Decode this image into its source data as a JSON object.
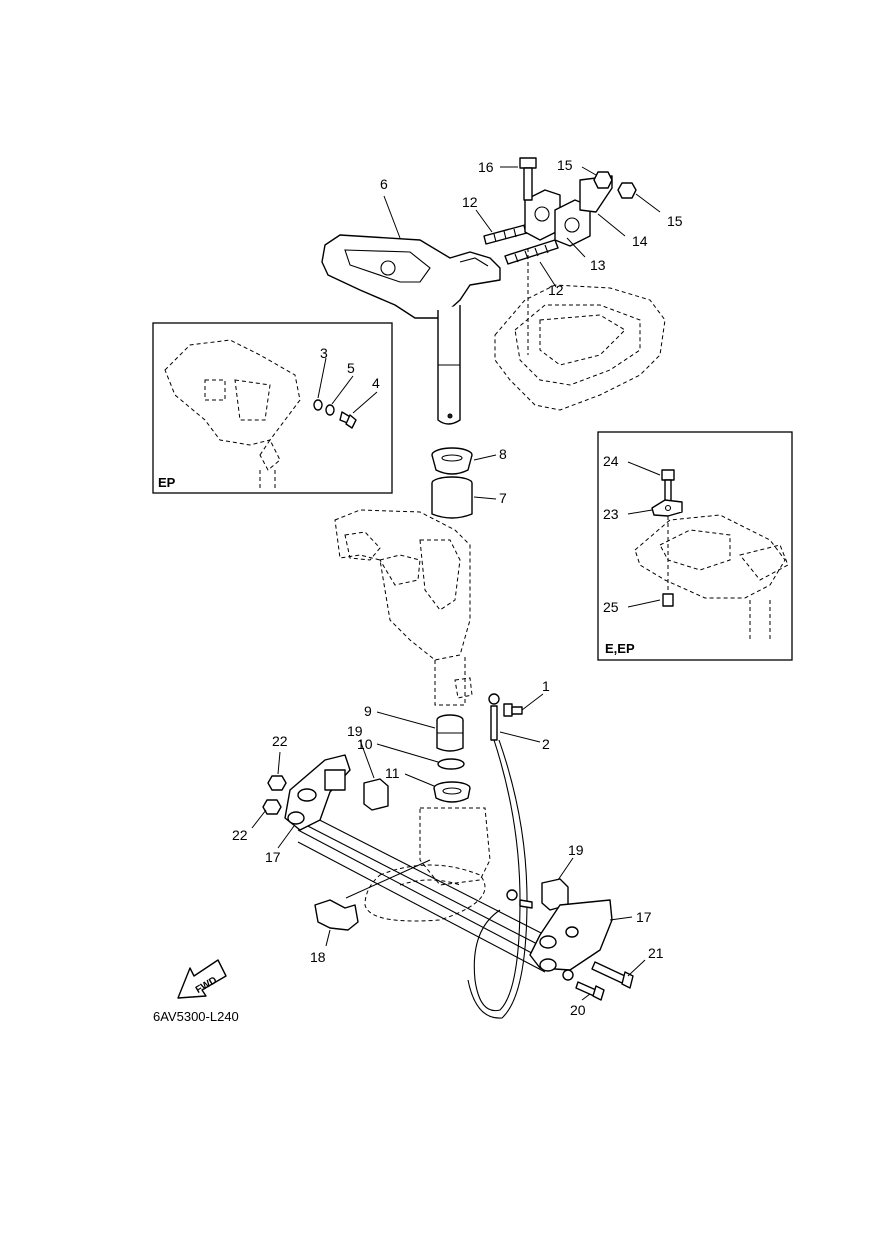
{
  "callouts": {
    "c1": "1",
    "c2": "2",
    "c3": "3",
    "c4": "4",
    "c5": "5",
    "c6": "6",
    "c7": "7",
    "c8": "8",
    "c9": "9",
    "c10": "10",
    "c11": "11",
    "c12a": "12",
    "c12b": "12",
    "c13": "13",
    "c14": "14",
    "c15a": "15",
    "c15b": "15",
    "c16": "16",
    "c17a": "17",
    "c17b": "17",
    "c18": "18",
    "c19a": "19",
    "c19b": "19",
    "c20": "20",
    "c21": "21",
    "c22a": "22",
    "c22b": "22",
    "c23": "23",
    "c24": "24",
    "c25": "25"
  },
  "insets": {
    "ep": {
      "label": "EP"
    },
    "eep": {
      "label": "E,EP"
    }
  },
  "fwd_arrow": {
    "label": "FWD"
  },
  "diagram_code": "6AV5300-L240"
}
